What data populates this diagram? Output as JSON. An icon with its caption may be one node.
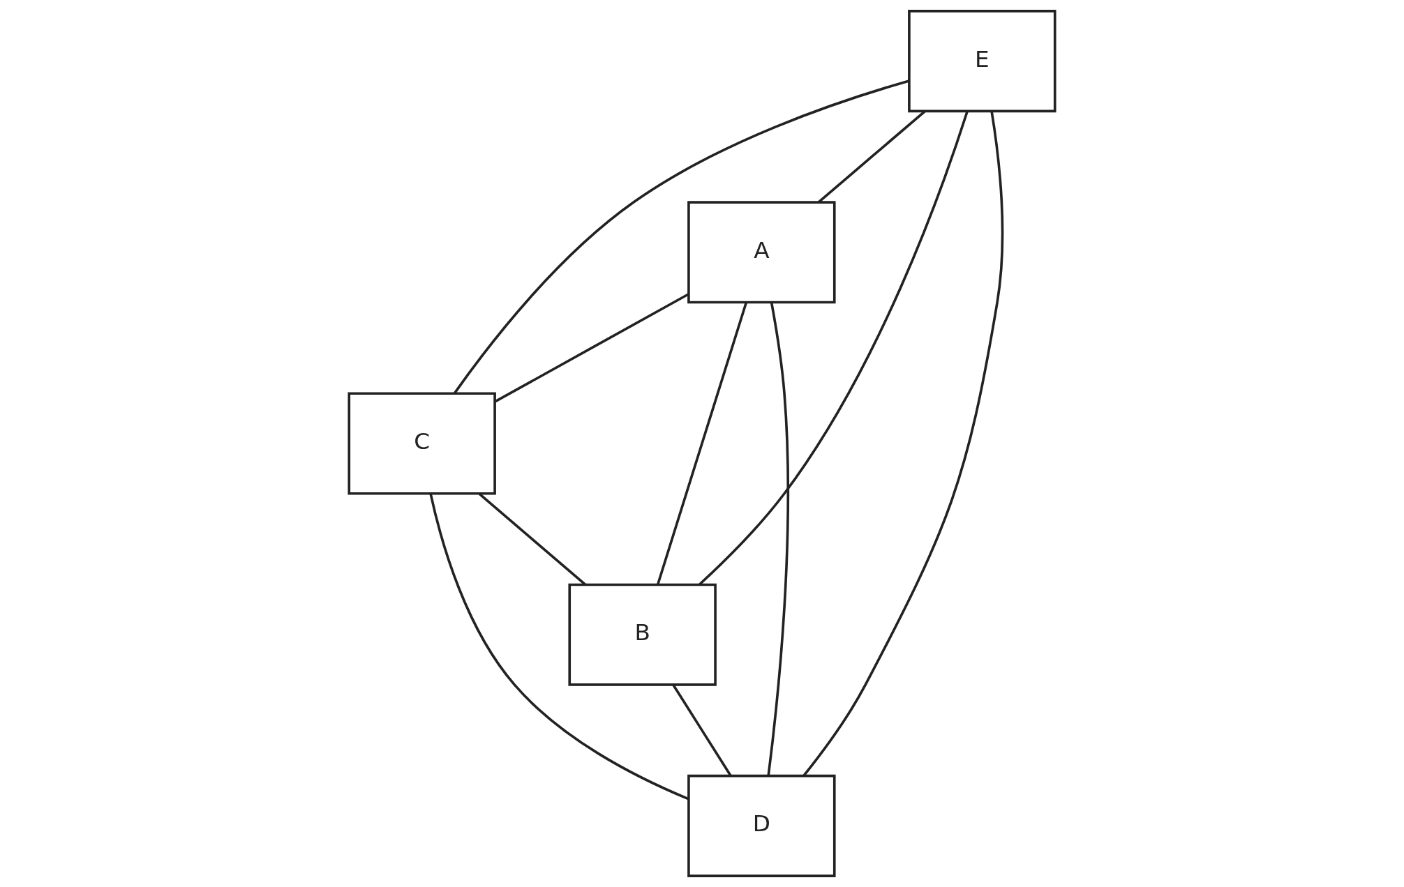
{
  "diagram": {
    "nodes": [
      {
        "text": [
          "C"
        ]
      },
      {
        "text": [
          "A"
        ]
      },
      {
        "text": [
          "B"
        ]
      },
      {
        "text": [
          "D"
        ]
      },
      {
        "text": [
          "E"
        ]
      }
    ],
    "edges": [
      {
        "from": 4,
        "to": 0,
        "arrow": "none"
      },
      {
        "from": 4,
        "to": 1,
        "arrow": "none"
      },
      {
        "from": 1,
        "to": 0,
        "arrow": "none"
      },
      {
        "from": 1,
        "to": 2,
        "arrow": "none"
      },
      {
        "from": 1,
        "to": 3,
        "arrow": "none"
      },
      {
        "from": 0,
        "to": 2,
        "arrow": "none"
      },
      {
        "from": 2,
        "to": 3,
        "arrow": "none"
      },
      {
        "from": 4,
        "to": 2,
        "arrow": "none"
      },
      {
        "from": 4,
        "to": 3,
        "arrow": "none"
      },
      {
        "from": 0,
        "to": 3,
        "arrow": "none"
      }
    ]
  }
}
